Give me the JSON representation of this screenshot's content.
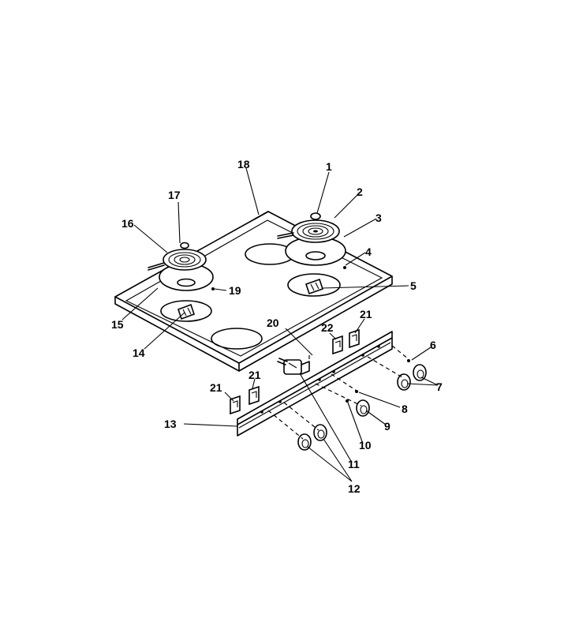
{
  "callouts": {
    "c1": "1",
    "c2": "2",
    "c3": "3",
    "c4": "4",
    "c5": "5",
    "c6": "6",
    "c7": "7",
    "c8": "8",
    "c9": "9",
    "c10": "10",
    "c11": "11",
    "c12": "12",
    "c13": "13",
    "c14": "14",
    "c15": "15",
    "c16": "16",
    "c17": "17",
    "c18": "18",
    "c19": "19",
    "c20": "20",
    "c21a": "21",
    "c21b": "21",
    "c21c": "21",
    "c22": "22"
  },
  "colors": {
    "ink": "#000000",
    "paper": "#ffffff"
  }
}
